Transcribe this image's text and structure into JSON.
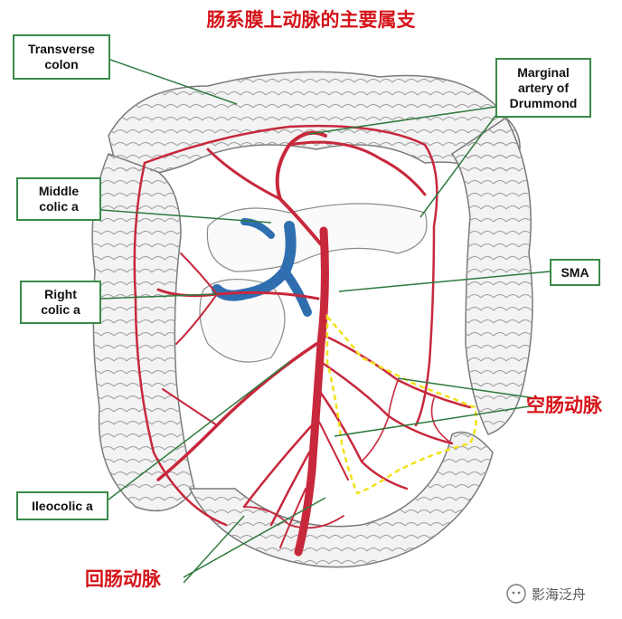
{
  "title": "肠系膜上动脉的主要属支",
  "labels": {
    "transverse_colon": "Transverse\ncolon",
    "marginal_artery": "Marginal\nartery of\nDrummond",
    "middle_colic": "Middle\ncolic a",
    "sma": "SMA",
    "right_colic": "Right\ncolic a",
    "ileocolic": "Ileocolic a"
  },
  "chinese_labels": {
    "jejunal": "空肠动脉",
    "ileal": "回肠动脉"
  },
  "watermark": "影海泛舟",
  "colors": {
    "title_red": "#d4141a",
    "label_border": "#3a8a4a",
    "artery": "#c8283c",
    "vein": "#2f6fb0",
    "jejunal_outline": "#f2e21a"
  }
}
